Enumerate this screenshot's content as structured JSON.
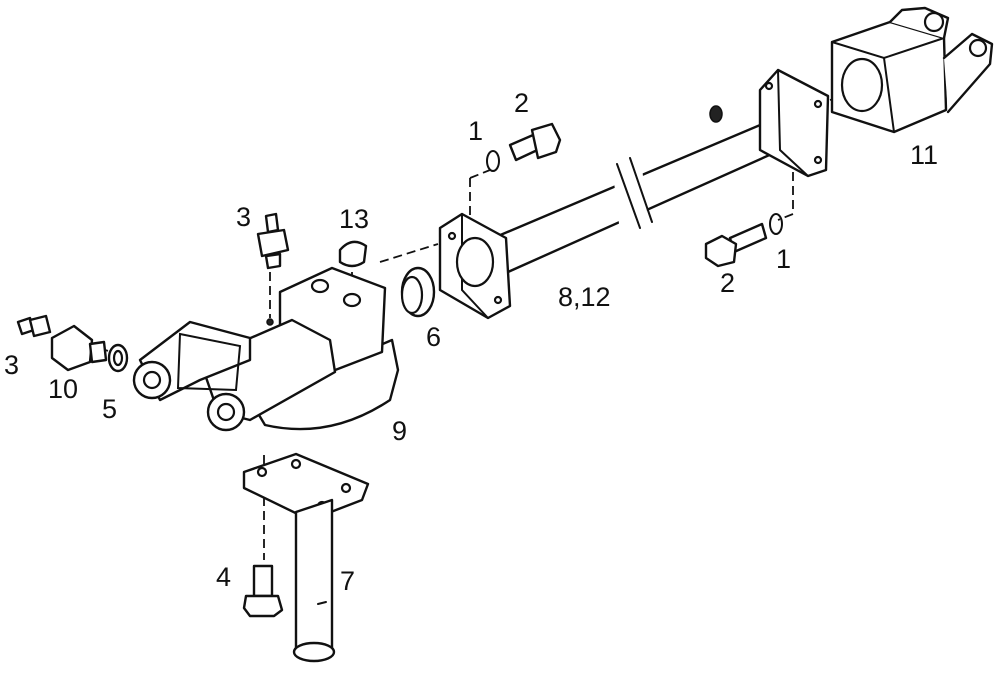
{
  "callouts": {
    "c1_top": "1",
    "c2_top": "2",
    "c11": "11",
    "c3_upper": "3",
    "c13": "13",
    "c1_right": "1",
    "c2_right": "2",
    "c8_12": "8,12",
    "c6": "6",
    "c3_left": "3",
    "c10": "10",
    "c5": "5",
    "c9": "9",
    "c4": "4",
    "c7": "7"
  }
}
